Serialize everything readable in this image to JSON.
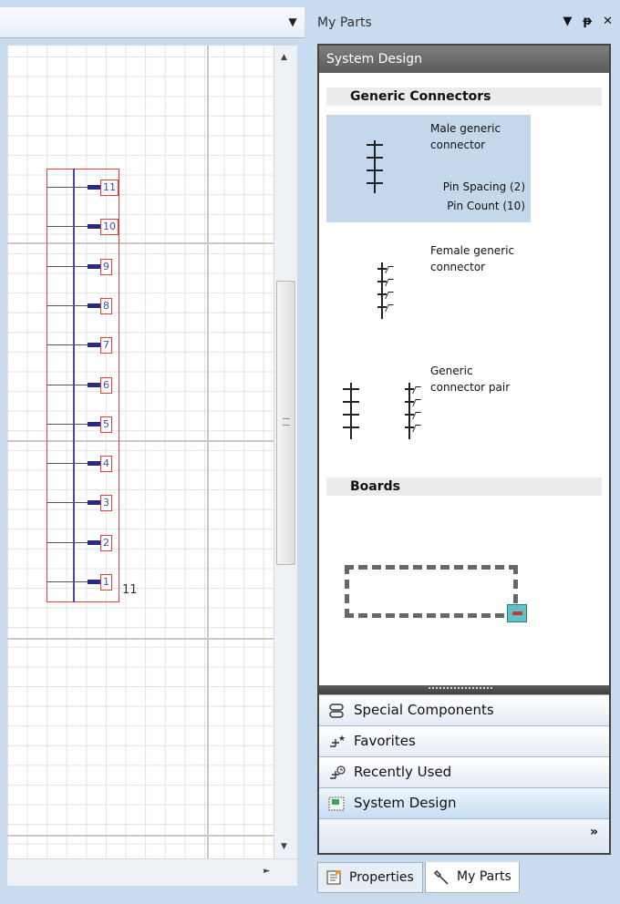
{
  "document": {
    "dropdown_icon": "triangle-down",
    "component": {
      "pins": [
        "11",
        "10",
        "9",
        "8",
        "7",
        "6",
        "5",
        "4",
        "3",
        "2",
        "1"
      ],
      "pin_count_label": "11"
    },
    "vscroll": {
      "grip": "≡",
      "up": "▲",
      "down": "▼"
    },
    "hscroll": {
      "right": "►"
    }
  },
  "panel": {
    "title": "My Parts",
    "controls": {
      "dropdown": "▼",
      "pin": "ᵽ",
      "close": "✕"
    },
    "group_header": "System Design",
    "categories": [
      {
        "title": "Generic Connectors",
        "items": [
          {
            "name": "Male generic connector",
            "props": [
              "Pin Spacing (2)",
              "Pin Count (10)"
            ],
            "selected": true
          },
          {
            "name": "Female generic connector",
            "props": [],
            "selected": false
          },
          {
            "name": "Generic connector pair",
            "props": [],
            "selected": false
          }
        ]
      },
      {
        "title": "Boards",
        "items": []
      }
    ],
    "nav_buttons": [
      {
        "label": "Special Components",
        "icon": "special-components-icon",
        "active": false
      },
      {
        "label": "Favorites",
        "icon": "favorites-icon",
        "active": false
      },
      {
        "label": "Recently Used",
        "icon": "recently-used-icon",
        "active": false
      },
      {
        "label": "System Design",
        "icon": "system-design-icon",
        "active": true
      }
    ],
    "overflow_glyph": "»",
    "tabs": [
      {
        "label": "Properties",
        "icon": "properties-icon",
        "active": false
      },
      {
        "label": "My Parts",
        "icon": "wrench-icon",
        "active": true
      }
    ]
  },
  "colors": {
    "frame": "#c9dbef",
    "outline_red": "#e43d3d",
    "pin_blue": "#2a2a80",
    "selected_item": "#c4d8ec",
    "group_header": "#6b6b6b"
  }
}
